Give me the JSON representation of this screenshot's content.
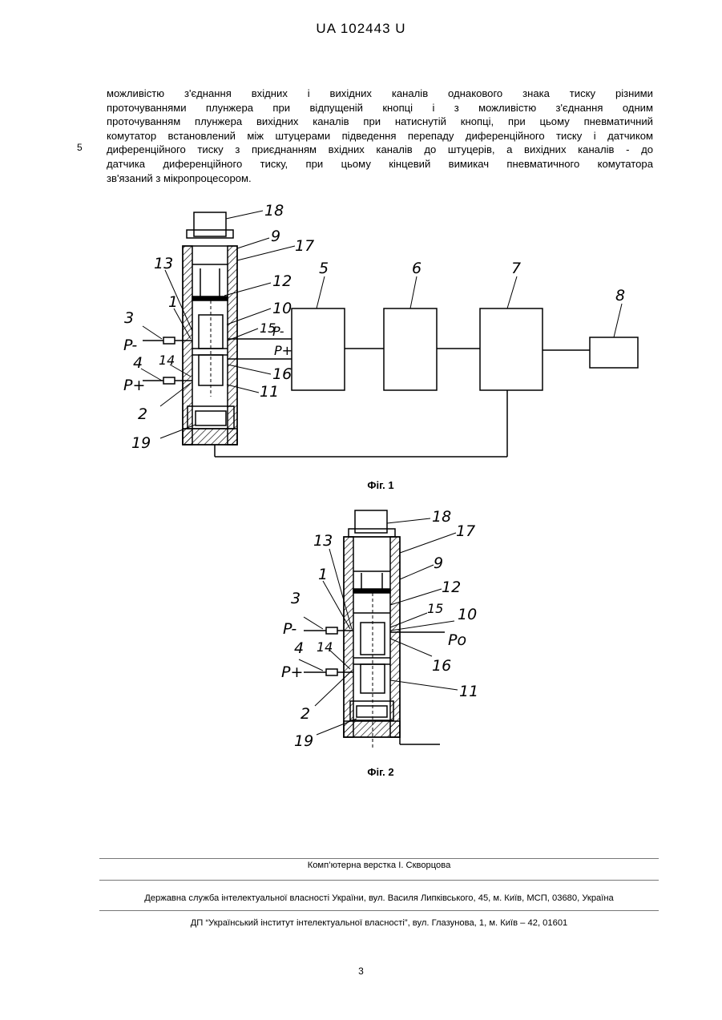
{
  "header": {
    "doc_id": "UA   102443   U"
  },
  "line_number": "5",
  "claim_lines": [
    "можливістю з'єднання вхідних і вихідних каналів однакового знака тиску різними",
    "проточуваннями плунжера при відпущеній кнопці і з можливістю з'єднання одним",
    "проточуванням плунжера вихідних каналів при натиснутій кнопці, при цьому пневматичний",
    "комутатор встановлений між штуцерами підведення перепаду диференційного тиску і датчиком",
    "диференційного тиску з приєднанням вхідних каналів до штуцерів, а вихідних каналів - до",
    "датчика диференційного тиску, при цьому кінцевий вимикач пневматичного комутатора",
    "зв'язаний з мікропроцесором."
  ],
  "figure1": {
    "caption": "Фіг. 1",
    "labels": {
      "l18": "18",
      "l9": "9",
      "l17": "17",
      "l13": "13",
      "l12": "12",
      "l1": "1",
      "l10": "10",
      "l3": "3",
      "l15": "15",
      "p_minus": "P-",
      "p_minus_r": "P-",
      "p_plus_r": "P+",
      "l14": "14",
      "l4": "4",
      "l16": "16",
      "p_plus": "P+",
      "l11": "11",
      "l2": "2",
      "l19": "19",
      "l5": "5",
      "l6": "6",
      "l7": "7",
      "l8": "8"
    }
  },
  "figure2": {
    "caption": "Фіг. 2",
    "labels": {
      "l18": "18",
      "l17": "17",
      "l13": "13",
      "l9": "9",
      "l1": "1",
      "l12": "12",
      "l3": "3",
      "l15": "15",
      "l10": "10",
      "p_minus": "P-",
      "p_zero": "Po",
      "l4": "4",
      "l14": "14",
      "l16": "16",
      "p_plus": "P+",
      "l11": "11",
      "l2": "2",
      "l19": "19"
    }
  },
  "footer": {
    "layout": "Комп’ютерна верстка І. Скворцова",
    "service": "Державна служба інтелектуальної власності України, вул. Василя Липківського, 45, м. Київ, МСП, 03680, Україна",
    "institute": "ДП “Український інститут інтелектуальної власності”, вул. Глазунова, 1, м. Київ – 42, 01601"
  },
  "page_number": "3"
}
